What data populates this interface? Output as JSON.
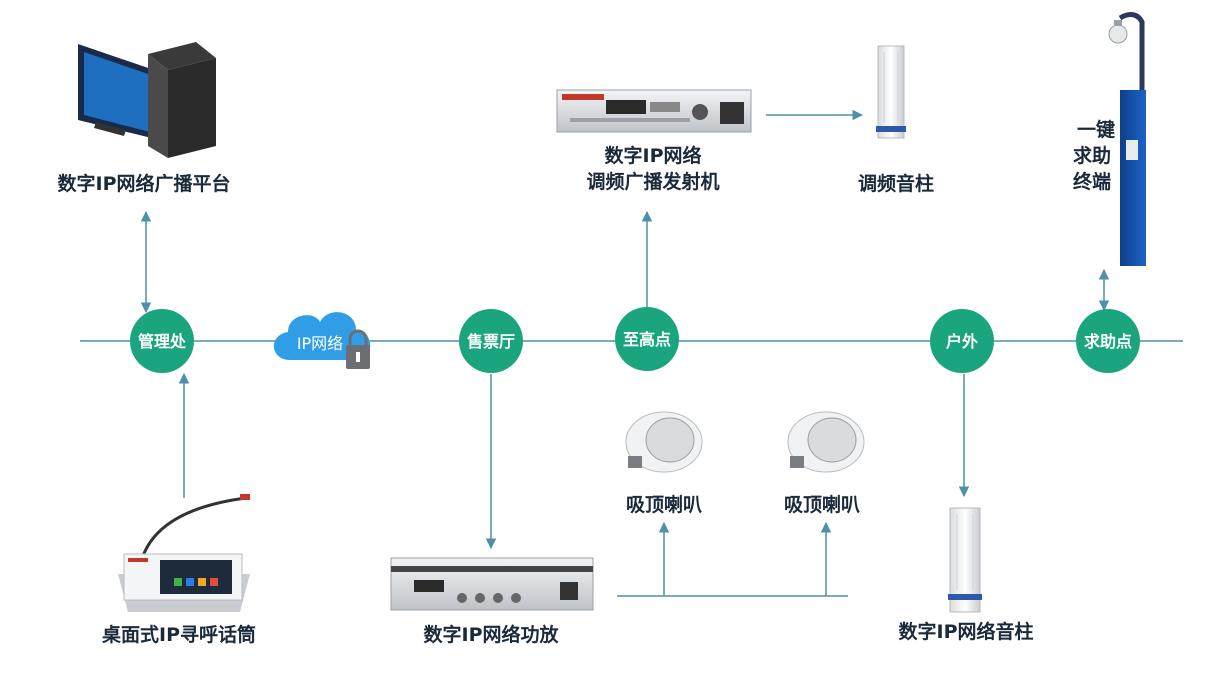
{
  "colors": {
    "node_fill": "#1aa57f",
    "line": "#4f8fa8",
    "label": "#1b2a3a",
    "cloud": "#2f9ee6"
  },
  "nodes": {
    "management": "管理处",
    "ip_network": "IP网络",
    "ticket_hall": "售票厅",
    "high_point": "至高点",
    "outdoor": "户外",
    "help_point": "求助点"
  },
  "devices": {
    "platform": "数字IP网络广播平台",
    "fm_transmitter_line1": "数字IP网络",
    "fm_transmitter_line2": "调频广播发射机",
    "fm_column": "调频音柱",
    "help_terminal_line1": "一键",
    "help_terminal_line2": "求助",
    "help_terminal_line3": "终端",
    "paging_mic": "桌面式IP寻呼话筒",
    "amplifier": "数字IP网络功放",
    "ceiling_speaker_1": "吸顶喇叭",
    "ceiling_speaker_2": "吸顶喇叭",
    "ip_column": "数字IP网络音柱"
  },
  "icons": [
    "computer-icon",
    "cloud-icon",
    "lock-icon",
    "rack-transmitter-icon",
    "column-speaker-icon",
    "help-pole-icon",
    "microphone-console-icon",
    "amplifier-icon",
    "ceiling-speaker-icon"
  ]
}
